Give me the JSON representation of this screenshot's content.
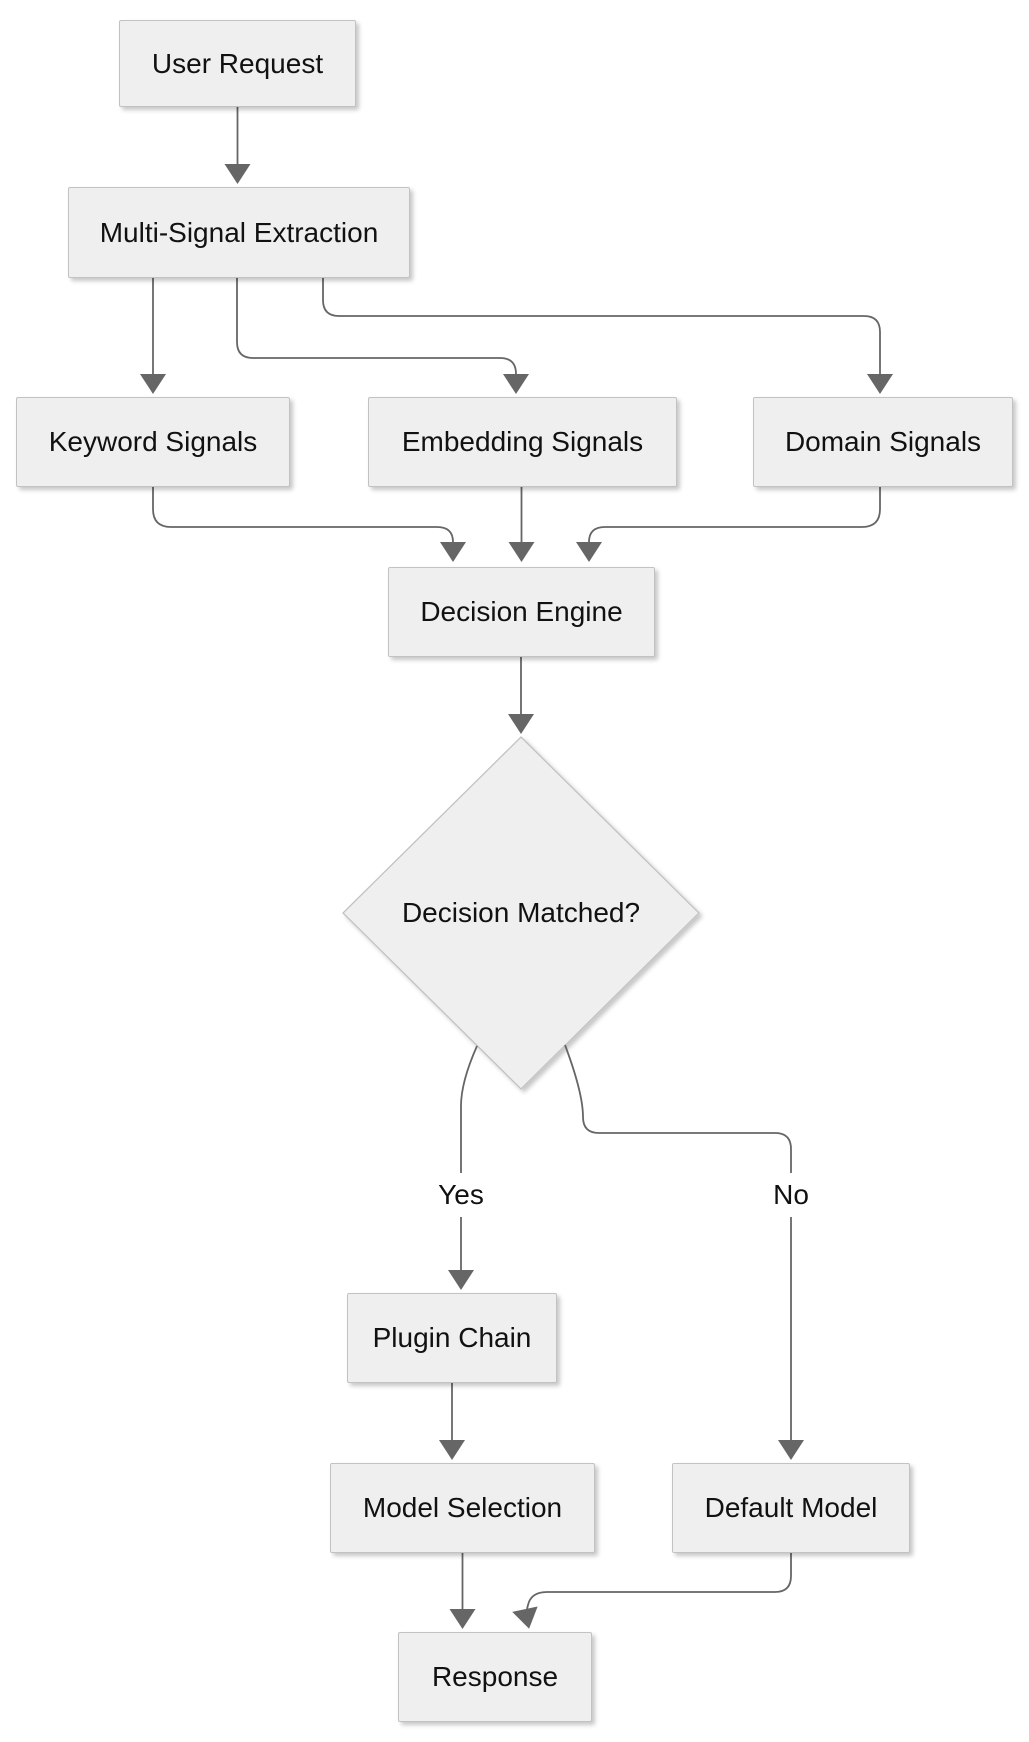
{
  "diagram": {
    "type": "flowchart",
    "direction": "top-down",
    "background_color": "#ffffff",
    "node_fill_color": "#efefef",
    "node_border_color": "#c2c2c2",
    "edge_color": "#666666",
    "arrowhead_color": "#666666",
    "text_color": "#111111",
    "nodes": [
      {
        "id": "user-request",
        "label": "User Request",
        "shape": "rect"
      },
      {
        "id": "multi-signal-extraction",
        "label": "Multi-Signal Extraction",
        "shape": "rect"
      },
      {
        "id": "keyword-signals",
        "label": "Keyword Signals",
        "shape": "rect"
      },
      {
        "id": "embedding-signals",
        "label": "Embedding Signals",
        "shape": "rect"
      },
      {
        "id": "domain-signals",
        "label": "Domain Signals",
        "shape": "rect"
      },
      {
        "id": "decision-engine",
        "label": "Decision Engine",
        "shape": "rect"
      },
      {
        "id": "decision-matched",
        "label": "Decision Matched?",
        "shape": "diamond"
      },
      {
        "id": "plugin-chain",
        "label": "Plugin Chain",
        "shape": "rect"
      },
      {
        "id": "model-selection",
        "label": "Model Selection",
        "shape": "rect"
      },
      {
        "id": "default-model",
        "label": "Default Model",
        "shape": "rect"
      },
      {
        "id": "response",
        "label": "Response",
        "shape": "rect"
      }
    ],
    "edges": [
      {
        "from": "user-request",
        "to": "multi-signal-extraction",
        "label": ""
      },
      {
        "from": "multi-signal-extraction",
        "to": "keyword-signals",
        "label": ""
      },
      {
        "from": "multi-signal-extraction",
        "to": "embedding-signals",
        "label": ""
      },
      {
        "from": "multi-signal-extraction",
        "to": "domain-signals",
        "label": ""
      },
      {
        "from": "keyword-signals",
        "to": "decision-engine",
        "label": ""
      },
      {
        "from": "embedding-signals",
        "to": "decision-engine",
        "label": ""
      },
      {
        "from": "domain-signals",
        "to": "decision-engine",
        "label": ""
      },
      {
        "from": "decision-engine",
        "to": "decision-matched",
        "label": ""
      },
      {
        "from": "decision-matched",
        "to": "plugin-chain",
        "label": "Yes"
      },
      {
        "from": "decision-matched",
        "to": "default-model",
        "label": "No"
      },
      {
        "from": "plugin-chain",
        "to": "model-selection",
        "label": ""
      },
      {
        "from": "model-selection",
        "to": "response",
        "label": ""
      },
      {
        "from": "default-model",
        "to": "response",
        "label": ""
      }
    ]
  }
}
